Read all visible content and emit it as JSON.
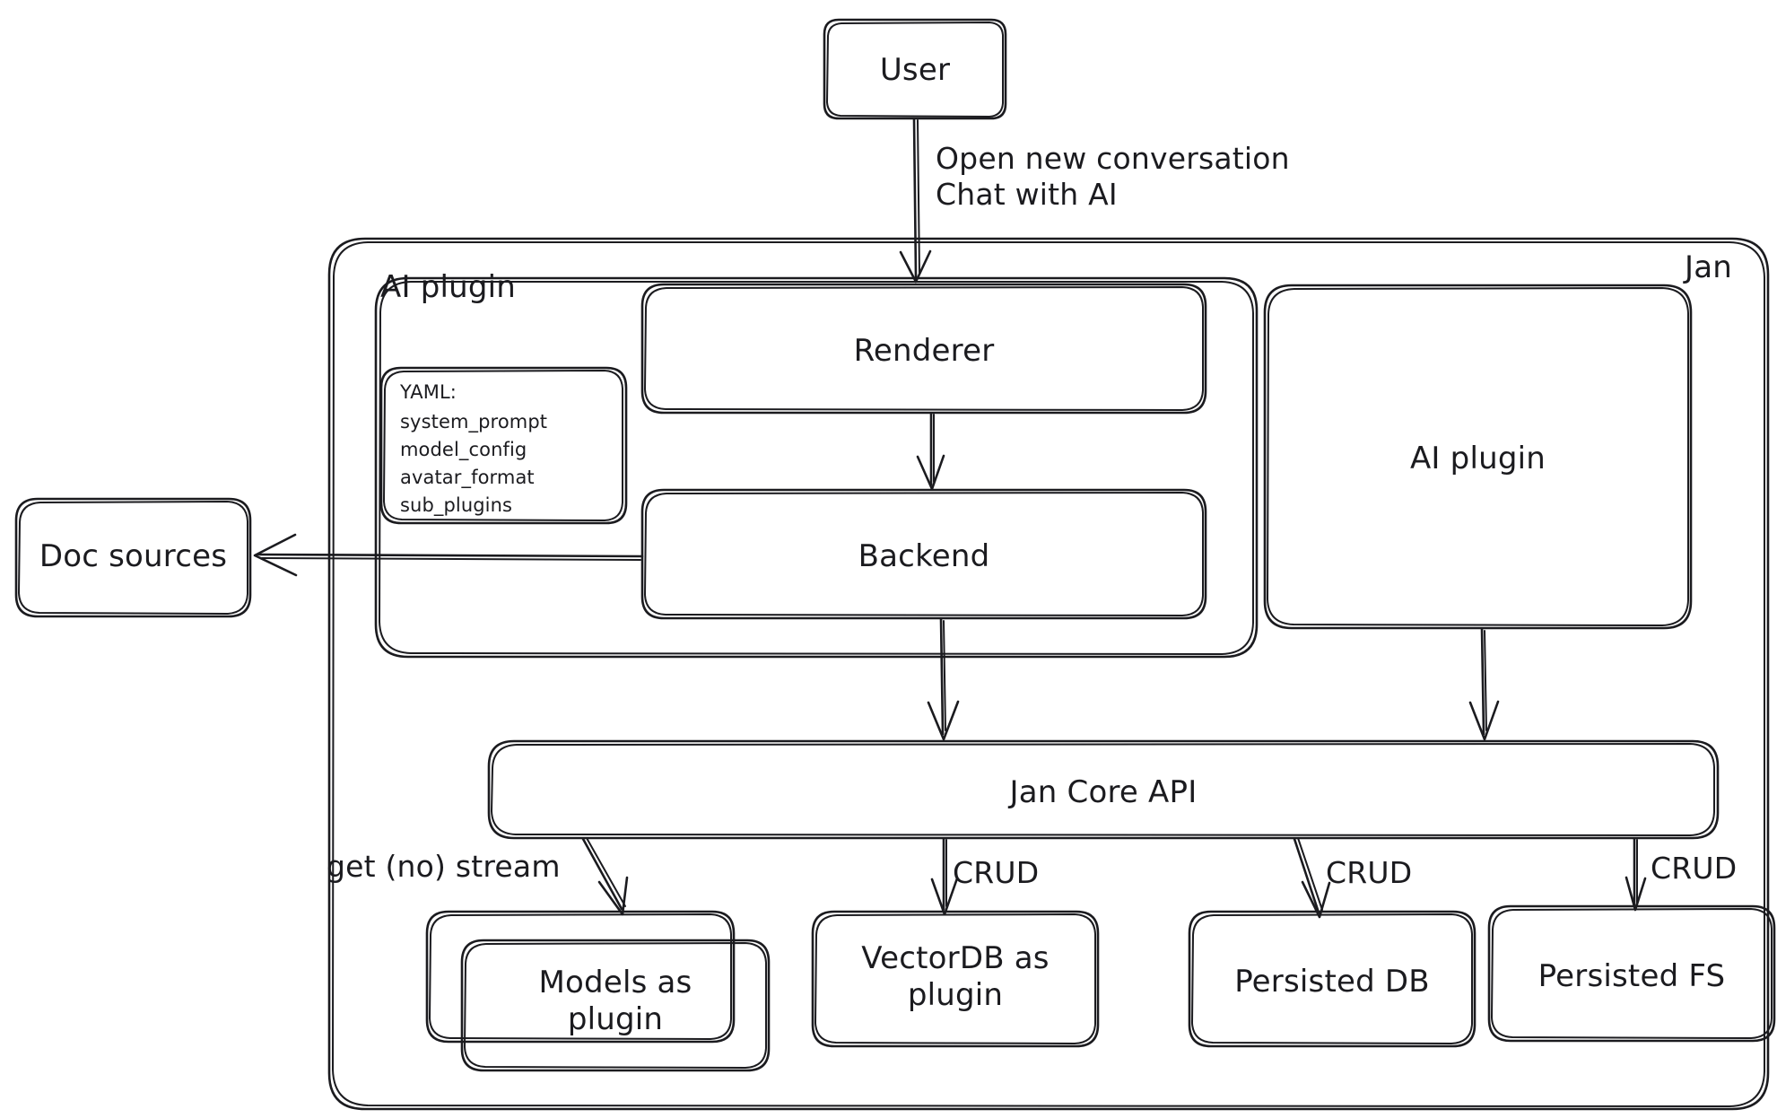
{
  "diagram": {
    "title": "Jan architecture diagram",
    "style": "hand-drawn whiteboard sketch",
    "stroke_color": "#1b1b1f",
    "background_color": "#ffffff"
  },
  "groups": {
    "outer": {
      "label": "Jan"
    },
    "ai_plugin_group": {
      "label": "AI plugin"
    }
  },
  "nodes": {
    "user": {
      "label": "User"
    },
    "renderer": {
      "label": "Renderer"
    },
    "backend": {
      "label": "Backend"
    },
    "ai_plugin_right": {
      "label": "AI plugin"
    },
    "doc_sources": {
      "label": "Doc sources"
    },
    "jan_core_api": {
      "label": "Jan Core API"
    },
    "models_plugin": {
      "label": "Models as\nplugin"
    },
    "vectordb_plugin": {
      "label": "VectorDB as\nplugin"
    },
    "persisted_db": {
      "label": "Persisted DB"
    },
    "persisted_fs": {
      "label": "Persisted FS"
    }
  },
  "yaml_card": {
    "heading": "YAML:",
    "keys": [
      "system_prompt",
      "model_config",
      "avatar_format",
      "sub_plugins"
    ]
  },
  "edge_labels": {
    "user_to_renderer": "Open new conversation\nChat with AI",
    "core_to_models": "get (no) stream",
    "core_to_vectordb": "CRUD",
    "core_to_persisted_db": "CRUD",
    "core_to_persisted_fs": "CRUD"
  },
  "edges": [
    {
      "from": "user",
      "to": "renderer",
      "label": "Open new conversation / Chat with AI"
    },
    {
      "from": "renderer",
      "to": "backend",
      "label": ""
    },
    {
      "from": "backend",
      "to": "doc_sources",
      "label": ""
    },
    {
      "from": "backend",
      "to": "jan_core_api",
      "label": ""
    },
    {
      "from": "ai_plugin_right",
      "to": "jan_core_api",
      "label": ""
    },
    {
      "from": "jan_core_api",
      "to": "models_plugin",
      "label": "get (no) stream"
    },
    {
      "from": "jan_core_api",
      "to": "vectordb_plugin",
      "label": "CRUD"
    },
    {
      "from": "jan_core_api",
      "to": "persisted_db",
      "label": "CRUD"
    },
    {
      "from": "jan_core_api",
      "to": "persisted_fs",
      "label": "CRUD"
    }
  ]
}
